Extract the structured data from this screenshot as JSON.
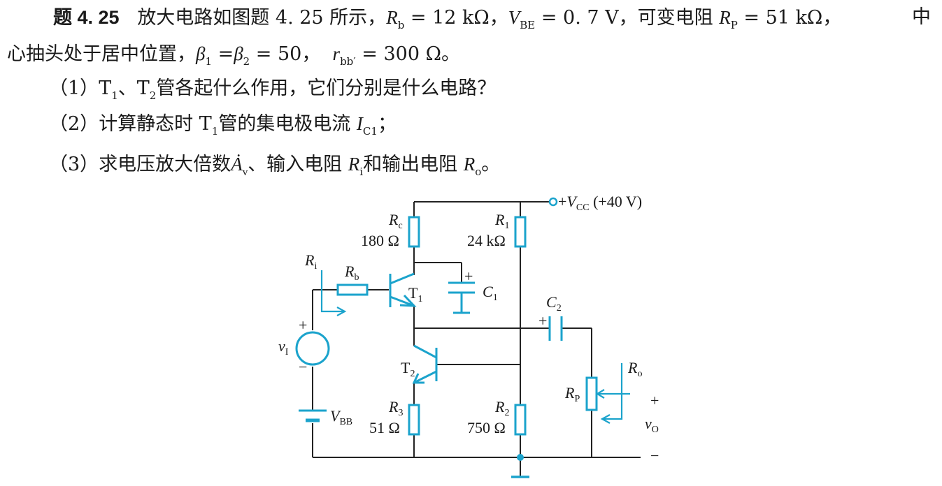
{
  "problem": {
    "number": "题 4. 25",
    "intro_a": "放大电路如图题 4. 25 所示，",
    "rb_text": "R",
    "rb_sub": "b",
    "rb_val": " = 12 kΩ，",
    "vbe_text": "V",
    "vbe_sub": "BE",
    "vbe_val": " = 0. 7 V，",
    "rp_intro": "可变电阻 ",
    "rp_text": "R",
    "rp_sub": "P",
    "rp_val": " = 51 kΩ，",
    "line1_end": "中",
    "line2_a": "心抽头处于居中位置，",
    "beta": "β",
    "beta1_sub": "1",
    "beta_eq": " =",
    "beta2_sub": "2",
    "beta_val": " = 50，",
    "rbb_text": "r",
    "rbb_sub": "bb′",
    "rbb_val": " = 300 Ω。"
  },
  "questions": {
    "q1_num": "（1）",
    "q1_t1": "T",
    "q1_t1_sub": "1",
    "q1_sep": "、",
    "q1_t2": "T",
    "q1_t2_sub": "2",
    "q1_rest": "管各起什么作用，它们分别是什么电路？",
    "q2_num": "（2）",
    "q2_a": "计算静态时 T",
    "q2_t1_sub": "1",
    "q2_b": "管的集电极电流 ",
    "q2_ic": "I",
    "q2_ic_sub": "C1",
    "q2_end": "；",
    "q3_num": "（3）",
    "q3_a": "求电压放大倍数",
    "q3_av": "Ȧ",
    "q3_av_sub": "v",
    "q3_b": "、输入电阻 ",
    "q3_ri": "R",
    "q3_ri_sub": "i",
    "q3_c": "和输出电阻 ",
    "q3_ro": "R",
    "q3_ro_sub": "o",
    "q3_end": "。"
  },
  "circuit": {
    "vcc_pre": "+",
    "vcc": "V",
    "vcc_sub": "CC",
    "vcc_val": " (+40 V)",
    "rc": "R",
    "rc_sub": "c",
    "rc_val": "180 Ω",
    "r1": "R",
    "r1_sub": "1",
    "r1_val": "24 kΩ",
    "ri": "R",
    "ri_sub": "i",
    "rb": "R",
    "rb_sub": "b",
    "t1": "T",
    "t1_sub": "1",
    "c1": "C",
    "c1_sub": "1",
    "c1_plus": "+",
    "c2": "C",
    "c2_sub": "2",
    "c2_plus": "+",
    "vi": "v",
    "vi_sub": "I",
    "vi_plus": "+",
    "vi_minus": "−",
    "t2": "T",
    "t2_sub": "2",
    "ro": "R",
    "ro_sub": "o",
    "rp": "R",
    "rp_sub": "P",
    "vo_plus": "+",
    "vo": "v",
    "vo_sub": "O",
    "vo_minus": "−",
    "vbb": "V",
    "vbb_sub": "BB",
    "r3": "R",
    "r3_sub": "3",
    "r3_val": "51 Ω",
    "r2": "R",
    "r2_sub": "2",
    "r2_val": "750 Ω",
    "colors": {
      "wire": "#222222",
      "component": "#1ba3cc",
      "text": "#1a1a1a"
    }
  }
}
